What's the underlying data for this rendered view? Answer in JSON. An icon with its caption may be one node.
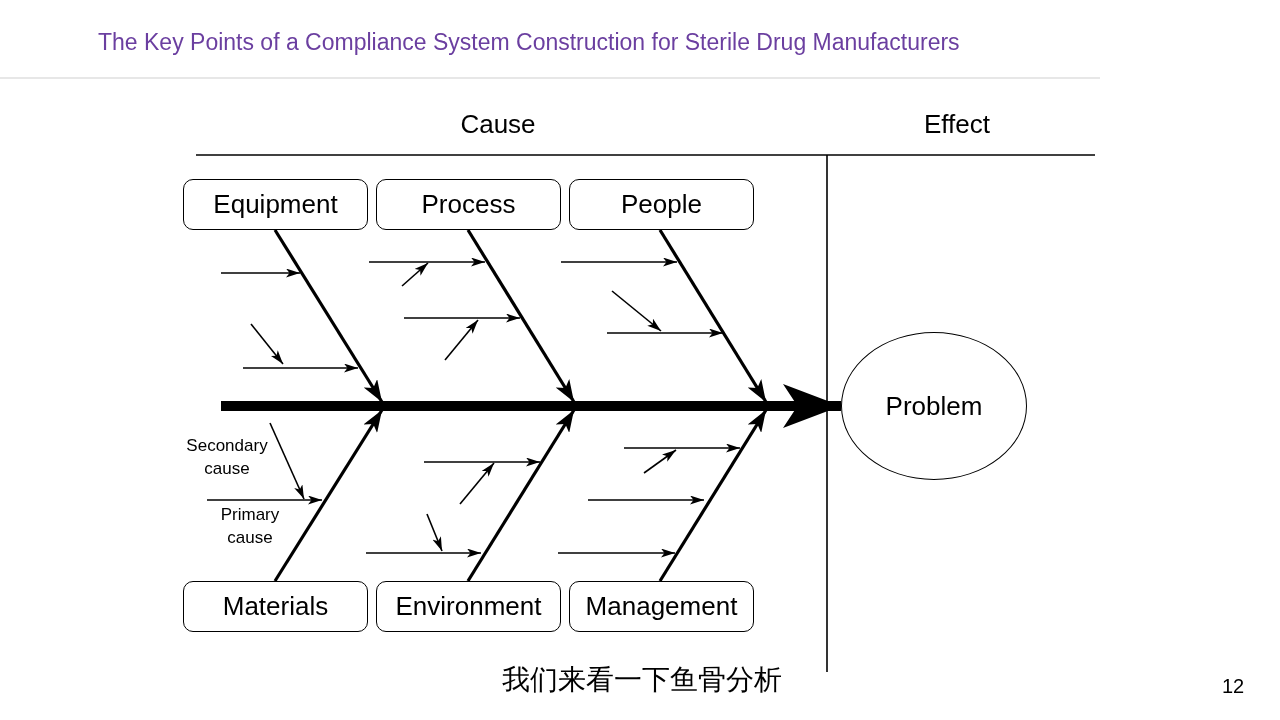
{
  "diagram": {
    "title": "The Key Points of a Compliance System Construction for Sterile Drug Manufacturers",
    "nodes": [
      {
        "text": [
          "Equipment"
        ]
      },
      {
        "text": [
          "Process"
        ]
      },
      {
        "text": [
          "People"
        ]
      },
      {
        "text": [
          "Materials"
        ]
      },
      {
        "text": [
          "Environment"
        ]
      },
      {
        "text": [
          "Management"
        ]
      },
      {
        "text": [
          "Problem"
        ]
      }
    ],
    "edges": [
      {
        "from": 0,
        "to": null,
        "arrow": "to"
      },
      {
        "from": 1,
        "to": null,
        "arrow": "to"
      },
      {
        "from": 2,
        "to": null,
        "arrow": "to"
      },
      {
        "from": 3,
        "to": null,
        "arrow": "to"
      },
      {
        "from": 4,
        "to": null,
        "arrow": "to"
      },
      {
        "from": 5,
        "to": null,
        "arrow": "to"
      },
      {
        "from": null,
        "to": 6,
        "arrow": "to",
        "style": "thick"
      }
    ],
    "labels": [
      "Cause",
      "Effect",
      "Secondary cause",
      "Primary cause",
      "我们来看一下鱼骨分析",
      "12"
    ]
  }
}
